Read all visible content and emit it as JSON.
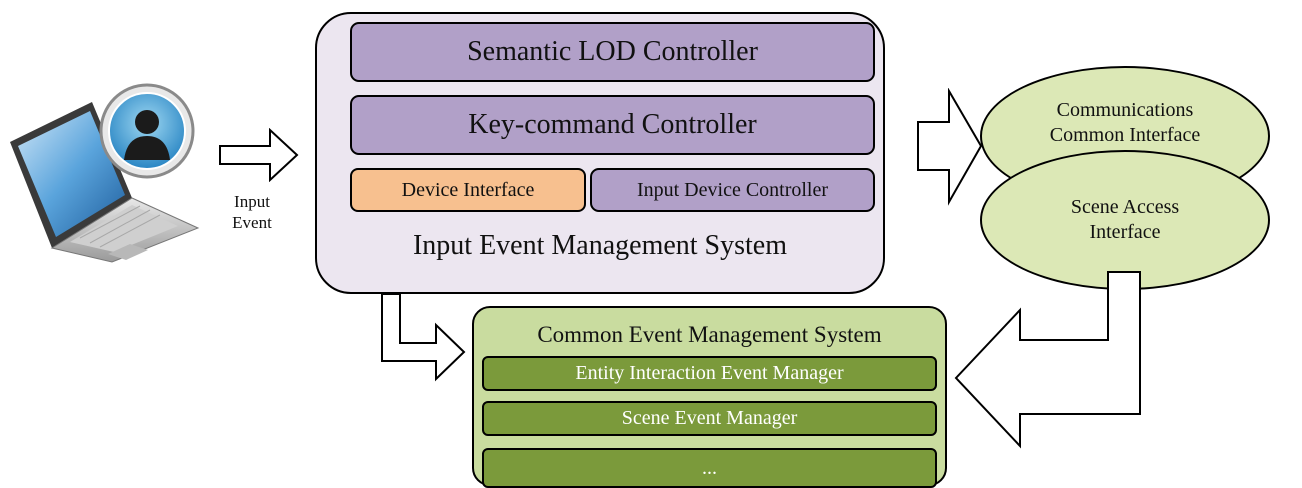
{
  "input_event_management": {
    "title": "Input Event Management System",
    "semantic_lod_controller": "Semantic LOD Controller",
    "key_command_controller": "Key-command Controller",
    "device_interface": "Device Interface",
    "input_device_controller": "Input Device Controller"
  },
  "common_event_management": {
    "title": "Common Event Management System",
    "managers": [
      "Entity Interaction Event Manager",
      "Scene Event Manager",
      "..."
    ]
  },
  "interfaces": {
    "communications": "Communications\nCommon Interface",
    "scene_access": "Scene Access\nInterface"
  },
  "input_event_label": "Input\nEvent",
  "icons": [
    "laptop-user-icon"
  ],
  "colors": {
    "purple_fill": "#b1a0c8",
    "lavender_background": "#ece6f0",
    "orange_fill": "#f7c08f",
    "dark_green": "#7b9a3b",
    "light_green": "#c9dc9f",
    "ellipse_green": "#dce8b6"
  }
}
